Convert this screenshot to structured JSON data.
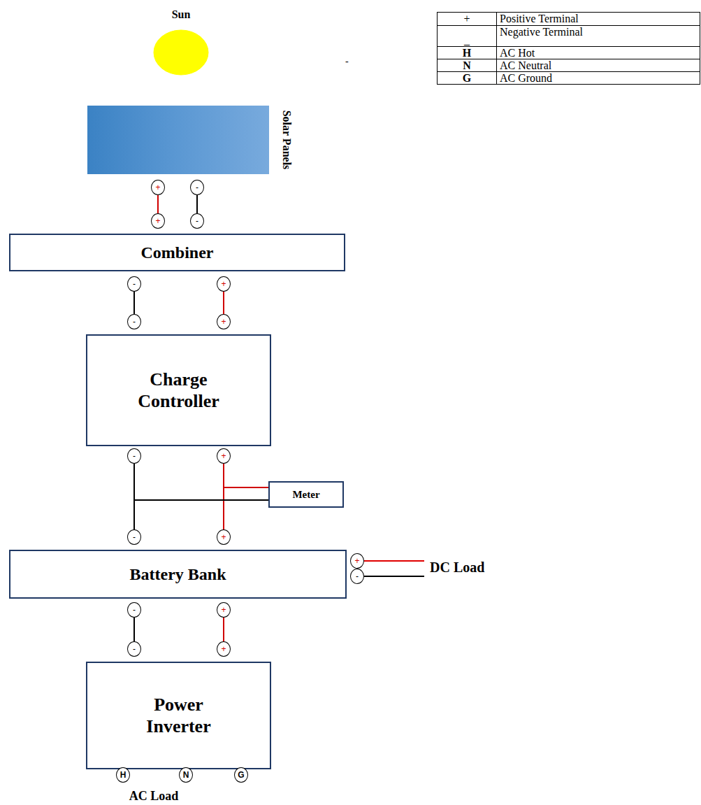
{
  "diagram": {
    "nodes": [
      {
        "text": [
          "Sun"
        ]
      },
      {
        "text": [
          "Solar Panels"
        ]
      },
      {
        "text": [
          "+"
        ]
      },
      {
        "text": [
          "-"
        ]
      },
      {
        "text": [
          "Combiner"
        ]
      },
      {
        "text": [
          "+"
        ]
      },
      {
        "text": [
          "-"
        ]
      },
      {
        "text": [
          "-"
        ]
      },
      {
        "text": [
          "+"
        ]
      },
      {
        "text": [
          "Charge Controller"
        ]
      },
      {
        "text": [
          "-"
        ]
      },
      {
        "text": [
          "+"
        ]
      },
      {
        "text": [
          "-"
        ]
      },
      {
        "text": [
          "+"
        ]
      },
      {
        "text": [
          "Meter"
        ]
      },
      {
        "text": [
          "Battery Bank"
        ]
      },
      {
        "text": [
          "-"
        ]
      },
      {
        "text": [
          "+"
        ]
      },
      {
        "text": [
          "+"
        ]
      },
      {
        "text": [
          "-"
        ]
      },
      {
        "text": [
          "-"
        ]
      },
      {
        "text": [
          "+"
        ]
      },
      {
        "text": [
          "Power Inverter"
        ]
      },
      {
        "text": [
          "-"
        ]
      },
      {
        "text": [
          "+"
        ]
      },
      {
        "text": [
          "H"
        ]
      },
      {
        "text": [
          "N"
        ]
      },
      {
        "text": [
          "G"
        ]
      }
    ],
    "edges": [
      {
        "from": 2,
        "to": 5,
        "arrow": "none"
      },
      {
        "from": 3,
        "to": 6,
        "arrow": "none"
      },
      {
        "from": 7,
        "to": 10,
        "arrow": "none"
      },
      {
        "from": 8,
        "to": 11,
        "arrow": "none"
      },
      {
        "from": 12,
        "to": 16,
        "arrow": "none"
      },
      {
        "from": 13,
        "to": 17,
        "arrow": "none"
      },
      {
        "from": 14,
        "to": 13,
        "arrow": "none"
      },
      {
        "from": 14,
        "to": 12,
        "arrow": "none"
      },
      {
        "from": 20,
        "to": 23,
        "arrow": "none"
      },
      {
        "from": 21,
        "to": 24,
        "arrow": "none"
      }
    ],
    "labels": [
      "+",
      "Positive Terminal",
      "_",
      "Negative Terminal",
      "H",
      "AC Hot",
      "N",
      "AC Neutral",
      "G",
      "AC Ground",
      "-",
      "DC Load",
      "AC Load"
    ]
  }
}
